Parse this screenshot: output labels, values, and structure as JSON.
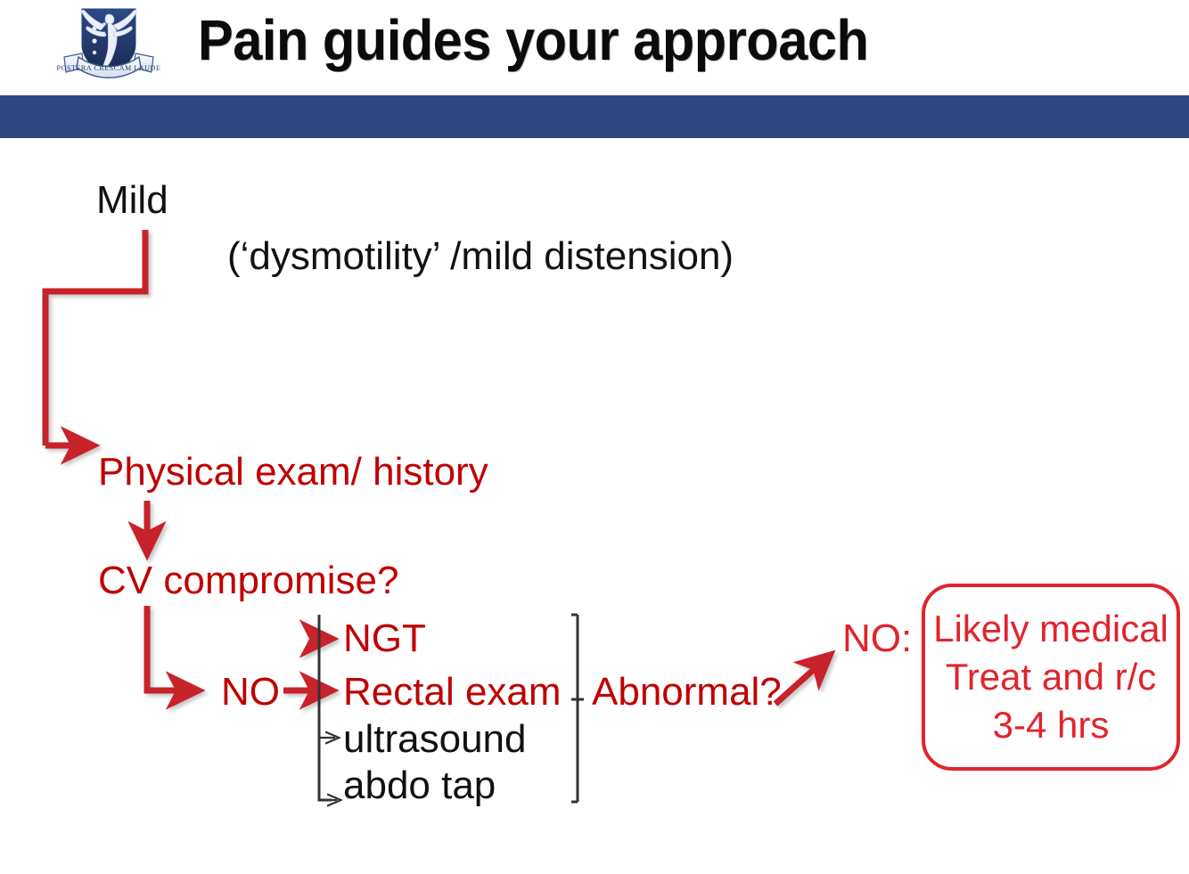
{
  "header": {
    "title": "Pain guides your approach",
    "crest_motto": "POSTERA CRESCAM LAUDE",
    "crest_name": "university-crest",
    "bar_color": "#2e4780"
  },
  "colors": {
    "red_dark": "#c00000",
    "red_bright": "#e0242c",
    "black": "#111111",
    "header_blue": "#2e4780"
  },
  "diagram": {
    "severity": "Mild",
    "severity_note": "(‘dysmotility’ /mild distension)",
    "step_assess": "Physical exam/ history",
    "step_question": "CV compromise?",
    "answer_no": "NO",
    "workup": [
      {
        "label": "NGT",
        "color": "red"
      },
      {
        "label": "Rectal exam",
        "color": "red"
      },
      {
        "label": "ultrasound",
        "color": "black"
      },
      {
        "label": "abdo tap",
        "color": "black"
      }
    ],
    "workup_question": "Abnormal?",
    "outcome_answer": "NO:",
    "outcome_box": [
      "Likely medical",
      "Treat and r/c",
      "3-4 hrs"
    ]
  }
}
